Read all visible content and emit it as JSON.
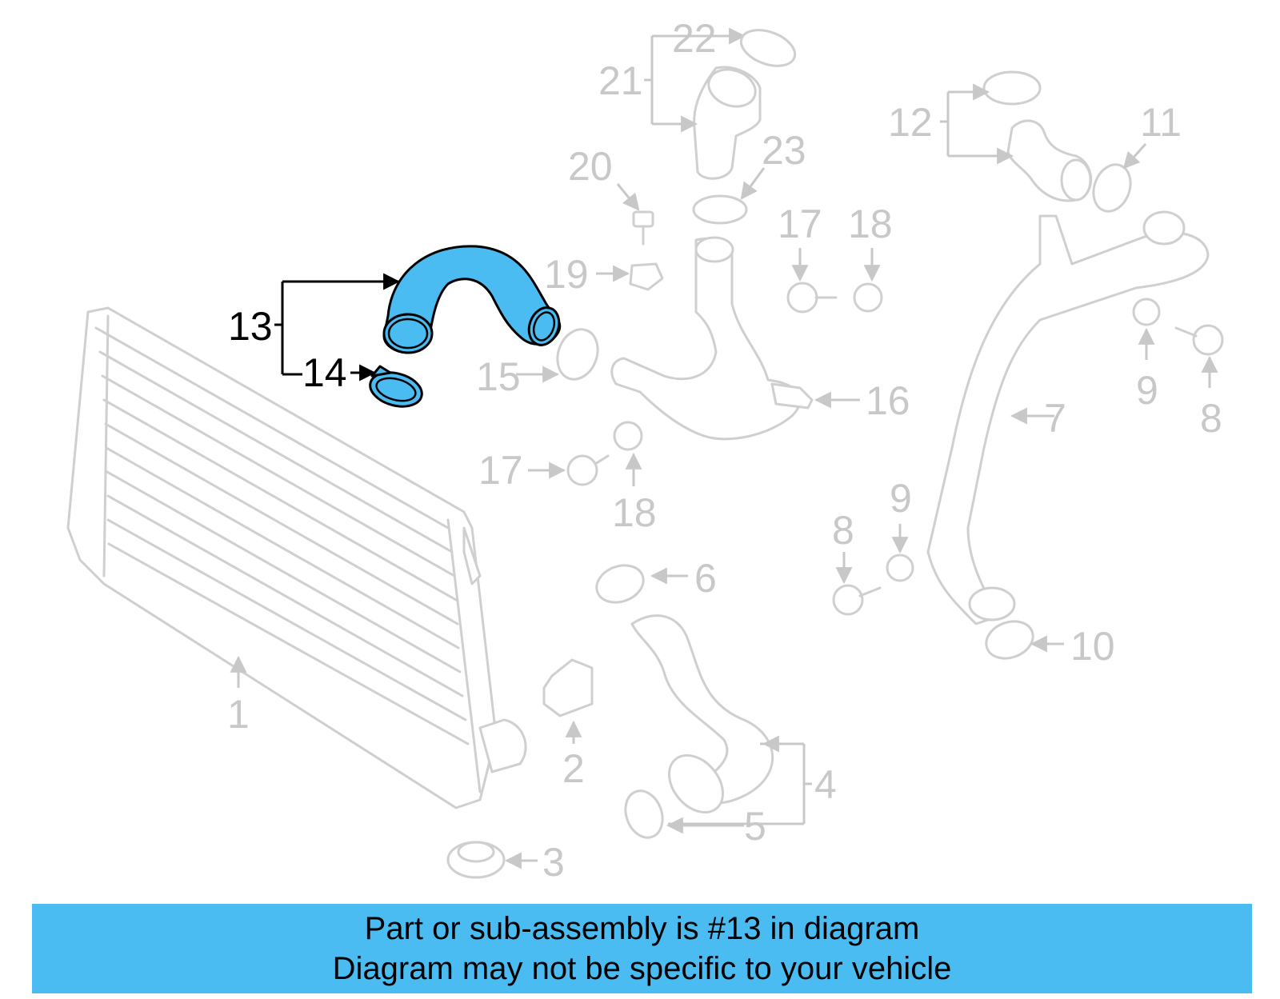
{
  "highlight_color": "#4bbcf2",
  "parts": {
    "p1": "1",
    "p2": "2",
    "p3": "3",
    "p4": "4",
    "p5": "5",
    "p6": "6",
    "p7": "7",
    "p8a": "8",
    "p8b": "8",
    "p9a": "9",
    "p9b": "9",
    "p10": "10",
    "p11": "11",
    "p12": "12",
    "p13": "13",
    "p14": "14",
    "p15": "15",
    "p16": "16",
    "p17a": "17",
    "p17b": "17",
    "p18a": "18",
    "p18b": "18",
    "p19": "19",
    "p20": "20",
    "p21": "21",
    "p22": "22",
    "p23": "23"
  },
  "banner": {
    "line1": "Part or sub-assembly is #13 in diagram",
    "line2": "Diagram may not be specific to your vehicle"
  }
}
